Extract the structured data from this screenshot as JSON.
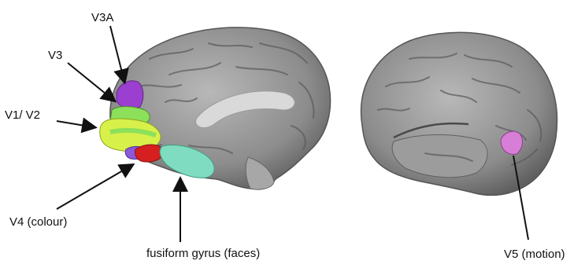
{
  "labels": {
    "v3a": "V3A",
    "v3": "V3",
    "v1v2": "V1/ V2",
    "v4": "V4 (colour)",
    "fusiform": "fusiform gyrus (faces)",
    "v5": "V5 (motion)"
  },
  "colors": {
    "brain_gray": "#8f8f8f",
    "v3a_purple": "#9a3fd0",
    "v3_green": "#8ce05a",
    "v1v2_yellow": "#d8f04a",
    "v4_red": "#d62020",
    "v4_purple": "#8a58d8",
    "fusiform_teal": "#7fdcc0",
    "v5_pink": "#d77fd6"
  }
}
